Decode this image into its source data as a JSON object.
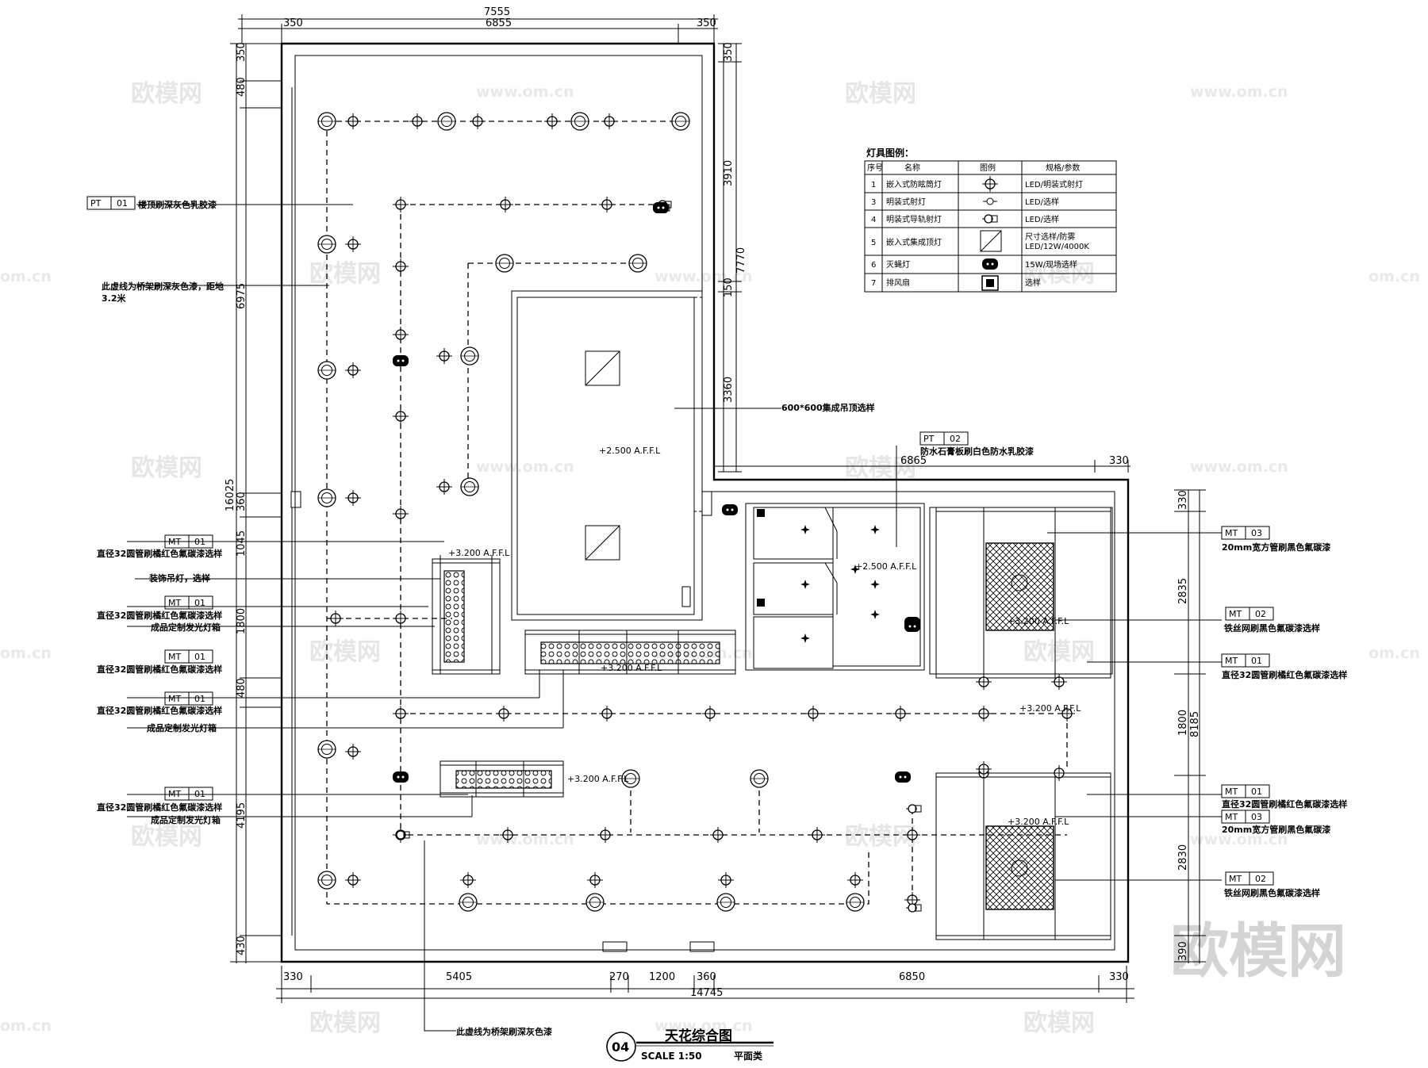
{
  "watermarks": {
    "brand": "欧模网",
    "url": "www.om.cn",
    "url_partial": "om.cn",
    "big_brand": "欧模网"
  },
  "dimensions": {
    "top_total": "7555",
    "top_left": "350",
    "top_middle": "6855",
    "top_right": "350",
    "left_total": "16025",
    "left_segments": [
      "350",
      "480",
      "6975",
      "360",
      "1045",
      "1800",
      "480",
      "4195",
      "430"
    ],
    "right_upper": [
      "350",
      "3910",
      "7770",
      "150",
      "3360"
    ],
    "mid_total": "6865",
    "mid_right": "330",
    "right_lower_total": "8185",
    "right_lower_segments": [
      "330",
      "2835",
      "1800",
      "2830",
      "390"
    ],
    "bottom_segments": [
      "330",
      "5405",
      "270",
      "1200",
      "360",
      "6850",
      "330"
    ],
    "bottom_total": "14745"
  },
  "tags": {
    "pt01": {
      "code": "PT",
      "num": "01",
      "note": "楼顶刷深灰色乳胶漆"
    },
    "pt02": {
      "code": "PT",
      "num": "02",
      "note": "防水石膏板刷白色防水乳胶漆"
    },
    "mt01": {
      "code": "MT",
      "num": "01"
    },
    "mt02": {
      "code": "MT",
      "num": "02"
    },
    "mt03": {
      "code": "MT",
      "num": "03"
    }
  },
  "notes": {
    "bridge_line": "此虚线为桥架刷深灰色漆，距地",
    "bridge_height": "3.2米",
    "pipe_red": "直径32圆管刷橘红色氟碳漆选样",
    "pipe_red_alt": "直径32圆管刷橘红色氟碳漆选样",
    "pendant": "装饰吊灯，选样",
    "lightbox": "成品定制发光灯箱",
    "ceiling_600": "600*600集成吊顶选样",
    "square_pipe_black": "20mm宽方管刷黑色氟碳漆",
    "wire_mesh": "铁丝网刷黑色氟碳漆选样",
    "bridge_line_bottom": "此虚线为桥架刷深灰色漆"
  },
  "elevations": {
    "e2500": "+2.500 A.F.F.L",
    "e2500b": "+2.500 A.F.F.L",
    "e3200": "+3.200 A.F.F.L",
    "e3200b": "+3.200 A.F.F.L",
    "e3200c": "+3.200 A.F.F.L",
    "e3200d": "+3.200 A.F.F.L",
    "e3200e": "+3.200 A.F.F.L",
    "e3200f": "+3.200 A.F.F.L"
  },
  "legend": {
    "title": "灯具图例：",
    "headers": [
      "序号",
      "名称",
      "图例",
      "规格/参数"
    ],
    "rows": [
      {
        "no": "1",
        "name": "嵌入式防眩筒灯",
        "symbol": "downlight-symbol",
        "spec": "LED/明装式射灯"
      },
      {
        "no": "3",
        "name": "明装式射灯",
        "symbol": "spotlight-symbol",
        "spec": "LED/选样"
      },
      {
        "no": "4",
        "name": "明装式导轨射灯",
        "symbol": "track-spot-symbol",
        "spec": "LED/选样"
      },
      {
        "no": "5",
        "name": "嵌入式集成顶灯",
        "symbol": "panel-light-symbol",
        "spec": "尺寸选样/防雾",
        "spec2": "LED/12W/4000K"
      },
      {
        "no": "6",
        "name": "灭蝇灯",
        "symbol": "fly-lamp-symbol",
        "spec": "15W/现场选样"
      },
      {
        "no": "7",
        "name": "排风扇",
        "symbol": "exhaust-fan-symbol",
        "spec": "选样"
      }
    ]
  },
  "title_block": {
    "number": "04",
    "title": "天花综合图",
    "scale": "SCALE 1:50",
    "type": "平面类"
  }
}
